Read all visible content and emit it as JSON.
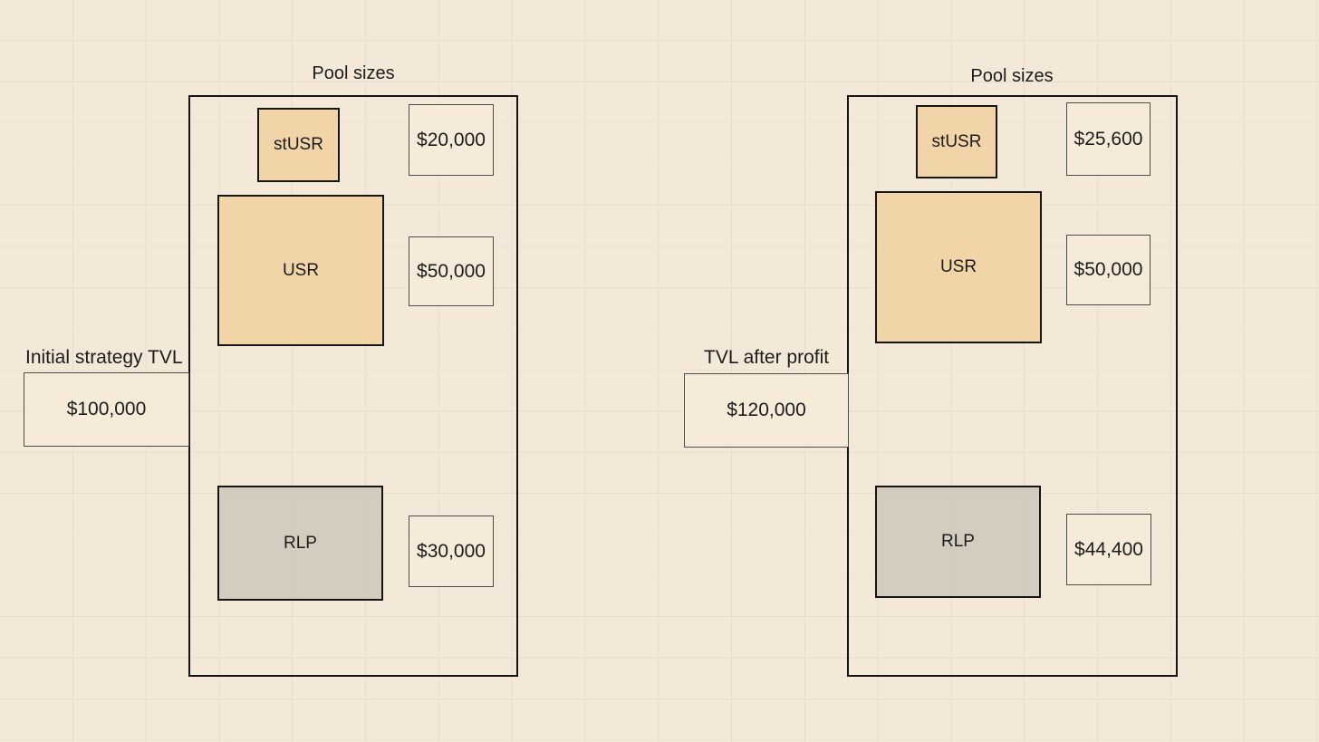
{
  "colors": {
    "background": "#f4e8d8",
    "grid_line": "#e9dcca",
    "pool_fill_tan": "#f3d9b6",
    "pool_fill_gray": "#d4cbbe",
    "value_box_fill": "#f6ead9",
    "thick_border": "#151515",
    "thin_border": "#4d4d4d",
    "text": "#1c1c1c"
  },
  "left_diagram": {
    "title": "Pool sizes",
    "tvl_label": "Initial strategy TVL",
    "tvl_value": "$100,000",
    "pools": [
      {
        "name": "stUSR",
        "value": "$20,000"
      },
      {
        "name": "USR",
        "value": "$50,000"
      },
      {
        "name": "RLP",
        "value": "$30,000"
      }
    ]
  },
  "right_diagram": {
    "title": "Pool sizes",
    "tvl_label": "TVL after profit",
    "tvl_value": "$120,000",
    "pools": [
      {
        "name": "stUSR",
        "value": "$25,600"
      },
      {
        "name": "USR",
        "value": "$50,000"
      },
      {
        "name": "RLP",
        "value": "$44,400"
      }
    ]
  }
}
